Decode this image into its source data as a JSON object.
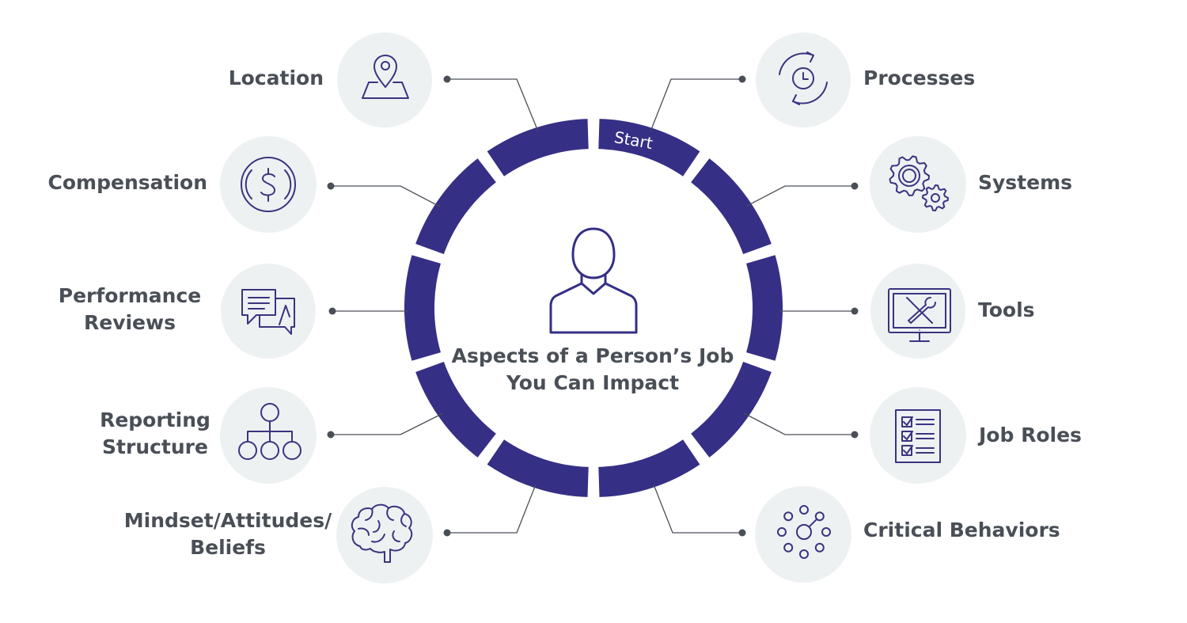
{
  "diagram": {
    "center_title": "Aspects of a Person’s Job\nYou Can Impact",
    "start_label": "Start",
    "colors": {
      "ring": "#352f86",
      "circle_bg": "#eef1f2",
      "icon": "#3a3480",
      "connector": "#4a4f57",
      "text": "#4a4f57"
    },
    "items_left": [
      {
        "label": "Location",
        "icon": "map-pin-icon"
      },
      {
        "label": "Compensation",
        "icon": "dollar-coin-icon"
      },
      {
        "label": "Performance\nReviews",
        "icon": "speech-bubbles-icon"
      },
      {
        "label": "Reporting\nStructure",
        "icon": "org-chart-icon"
      },
      {
        "label": "Mindset/Attitudes/\nBeliefs",
        "icon": "brain-icon"
      }
    ],
    "items_right": [
      {
        "label": "Processes",
        "icon": "clock-cycle-icon"
      },
      {
        "label": "Systems",
        "icon": "gears-icon"
      },
      {
        "label": "Tools",
        "icon": "monitor-tools-icon"
      },
      {
        "label": "Job Roles",
        "icon": "checklist-icon"
      },
      {
        "label": "Critical Behaviors",
        "icon": "network-nodes-icon"
      }
    ]
  }
}
